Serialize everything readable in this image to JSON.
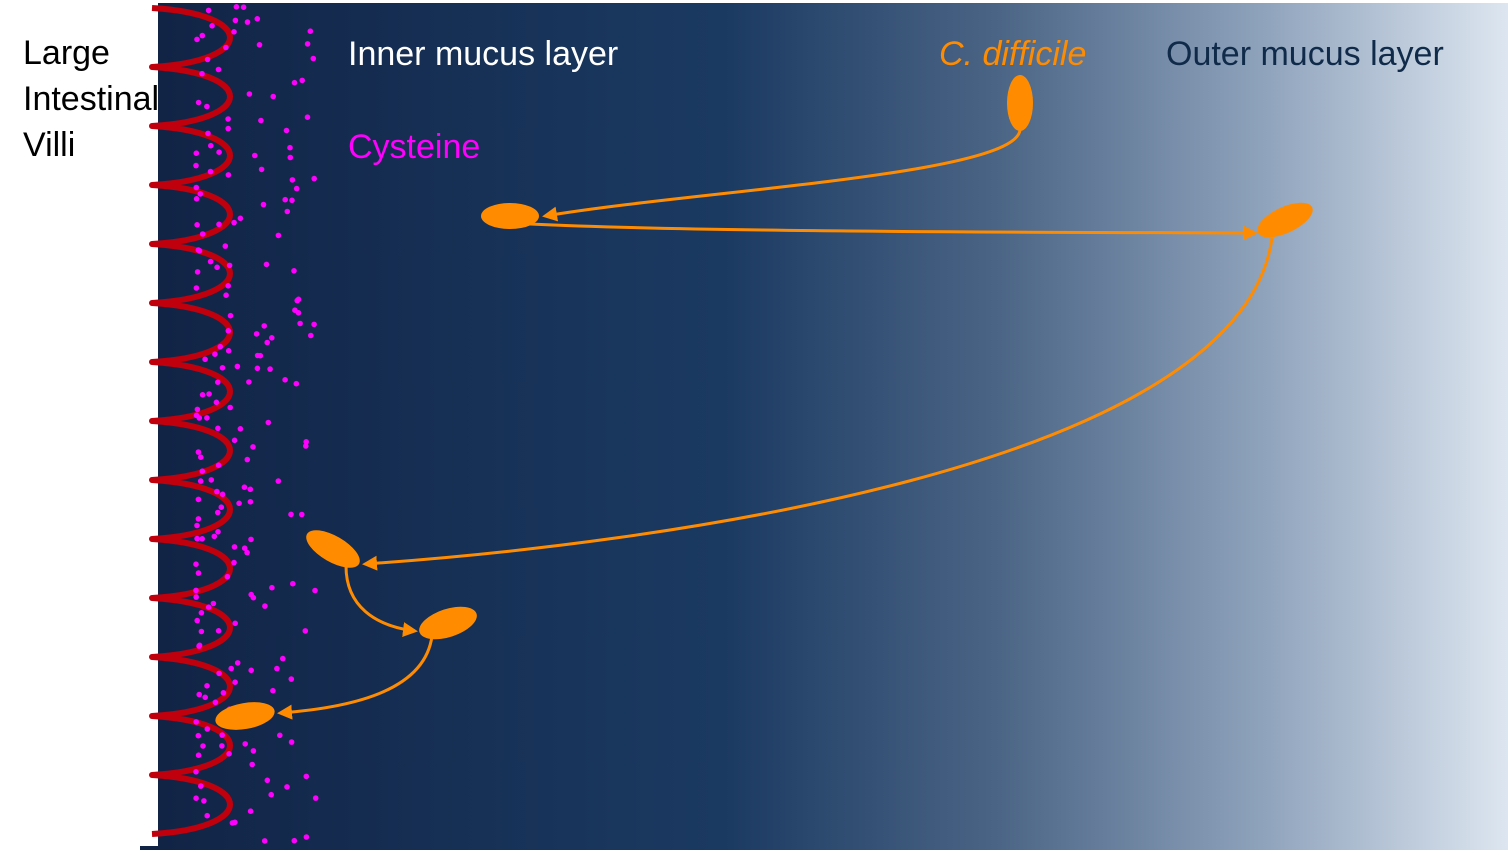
{
  "labels": {
    "villi_line1": "Large",
    "villi_line2": "Intestinal",
    "villi_line3": "Villi",
    "inner_mucus": "Inner mucus layer",
    "outer_mucus": "Outer mucus layer",
    "pathogen": "C. difficile",
    "cysteine": "Cysteine"
  },
  "colors": {
    "gradient_dark": "#112446",
    "gradient_mid": "#1b3a62",
    "gradient_light": "#dde6f0",
    "villi_outline": "#c0000d",
    "cysteine_dot": "#ff00ff",
    "bacterium": "#ff8c00",
    "label_white": "#ffffff",
    "label_magenta": "#ff00ff",
    "label_navy": "#102a4a"
  },
  "icons": {
    "villi": "intestinal-villi-outline",
    "cysteine": "dot",
    "bacterium": "filled-ellipse",
    "movement": "curved-arrow"
  }
}
